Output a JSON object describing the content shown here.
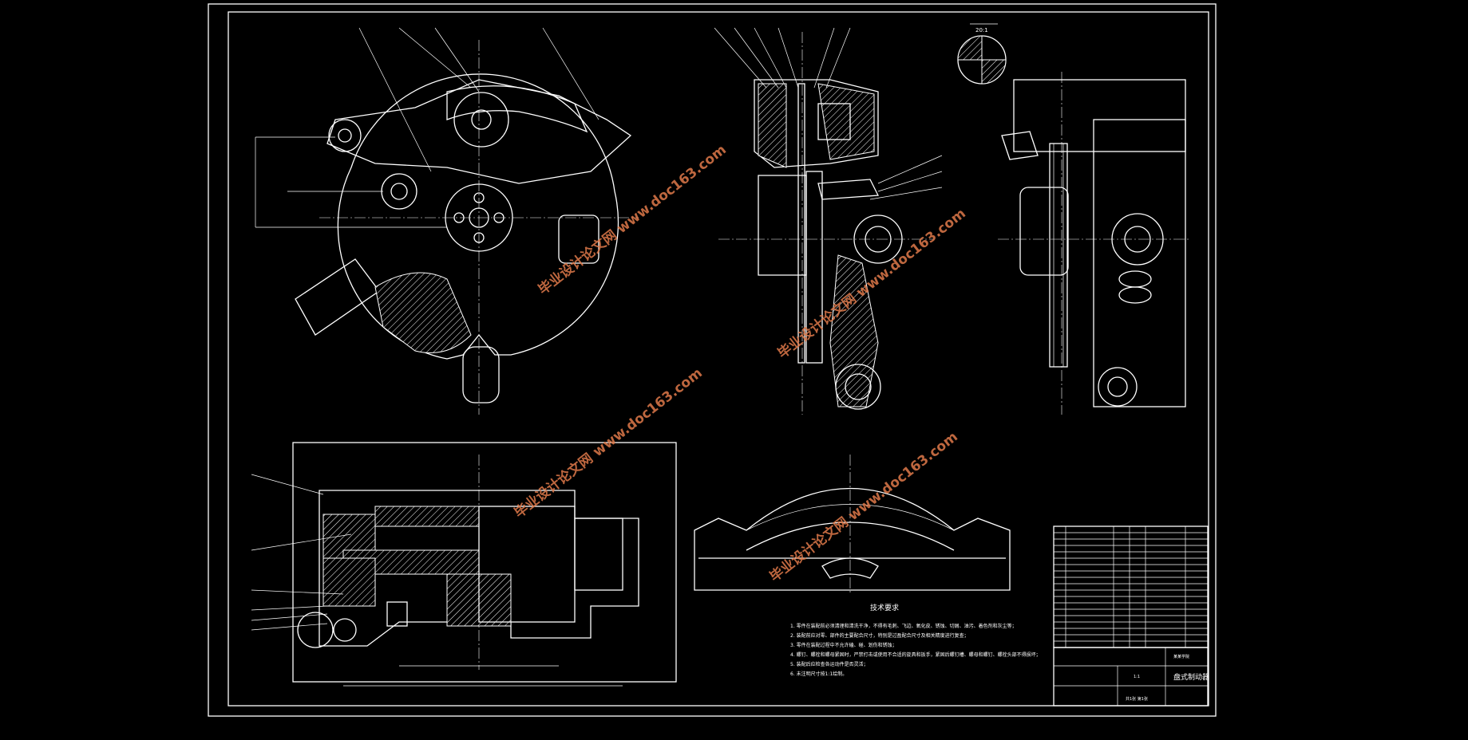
{
  "detail_scale": "20:1",
  "section_label": "技术要求",
  "notes": [
    "1. 零件在装配前必须清理和清洗干净，不得有毛刺、飞边、氧化皮、锈蚀、切屑、油污、着色剂和灰尘等；",
    "2. 装配前应对零、部件的主要配合尺寸，特别是过盈配合尺寸及相关精度进行复查；",
    "3. 零件在装配过程中不允许磕、碰、划伤和锈蚀；",
    "4. 螺钉、螺栓和螺母紧固时，严禁打击或使用不合适的旋具和扳手，紧固后螺钉槽、螺母和螺钉、螺栓头部不得损坏；",
    "5. 装配后应检查各运动件是否灵活；",
    "6. 未注明尺寸按1:1绘制。"
  ],
  "title_block": {
    "drawing_title": "盘式制动器",
    "school": "某某学院",
    "scale": "1:1",
    "sheet": "共1张 第1张"
  },
  "watermark": "毕业设计论文网 www.doc163.com",
  "colors": {
    "background": "#000000",
    "lines": "#ffffff",
    "watermark": "#e07a4a"
  }
}
